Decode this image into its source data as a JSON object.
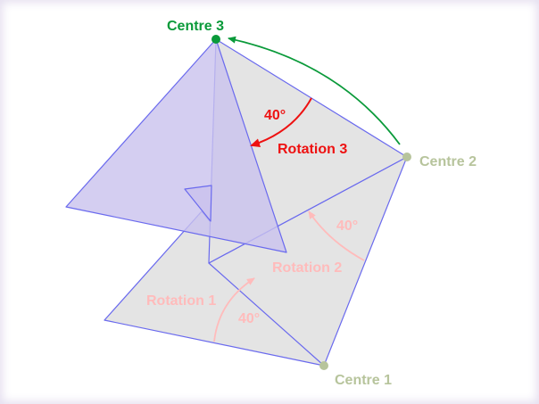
{
  "labels": {
    "centre1": "Centre 1",
    "centre2": "Centre 2",
    "centre3": "Centre 3",
    "rotation1": "Rotation 1",
    "rotation2": "Rotation 2",
    "rotation3": "Rotation 3",
    "angle1": "40°",
    "angle2": "40°",
    "angle3": "40°"
  },
  "colors": {
    "centre3": "#0a9a3a",
    "faded_centre": "#b7c49c",
    "rotation3": "#ee1111",
    "faded_rotation": "#ffbbbb",
    "edge": "#6a6aee",
    "grey_fill": "#e4e4e4",
    "purple_fill": "#c9c2ee"
  }
}
